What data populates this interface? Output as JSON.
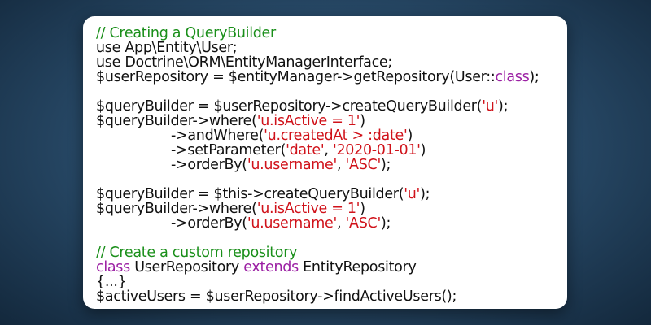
{
  "colors": {
    "comment": "#1a8f1a",
    "string": "#d0121a",
    "keyword": "#9b1fa3",
    "text": "#111111",
    "card_background": "#ffffff"
  },
  "code": {
    "comment_querybuilder": "// Creating a QueryBuilder",
    "use_user": "use App\\Entity\\User;",
    "use_em": "use Doctrine\\ORM\\EntityManagerInterface;",
    "repo_a": "$userRepository = $entityManager->getRepository(User::",
    "repo_kw": "class",
    "repo_b": ");",
    "qb1_a": "$queryBuilder = $userRepository->createQueryBuilder(",
    "qb1_s": "'u'",
    "qb1_b": ");",
    "where1_a": "$queryBuilder->where(",
    "where1_s": "'u.isActive = 1'",
    "where1_b": ")",
    "andwhere_a": "->andWhere(",
    "andwhere_s": "'u.createdAt > :date'",
    "andwhere_b": ")",
    "setparam_a": "->setParameter(",
    "setparam_s1": "'date'",
    "setparam_sep": ", ",
    "setparam_s2": "'2020-01-01'",
    "setparam_b": ")",
    "orderby1_a": "->orderBy(",
    "orderby1_s1": "'u.username'",
    "orderby1_sep": ", ",
    "orderby1_s2": "'ASC'",
    "orderby1_b": ");",
    "qb2_a": "$queryBuilder = $this->createQueryBuilder(",
    "qb2_s": "'u'",
    "qb2_b": ");",
    "where2_a": "$queryBuilder->where(",
    "where2_s": "'u.isActive = 1'",
    "where2_b": ")",
    "orderby2_a": "->orderBy(",
    "orderby2_s1": "'u.username'",
    "orderby2_sep": ", ",
    "orderby2_s2": "'ASC'",
    "orderby2_b": ");",
    "comment_repository": "// Create a custom repository",
    "class_kw": "class",
    "class_name": " UserRepository ",
    "extends_kw": "extends",
    "class_parent": " EntityRepository",
    "ellipsis": "{...}",
    "active_users": "$activeUsers = $userRepository->findActiveUsers();"
  }
}
